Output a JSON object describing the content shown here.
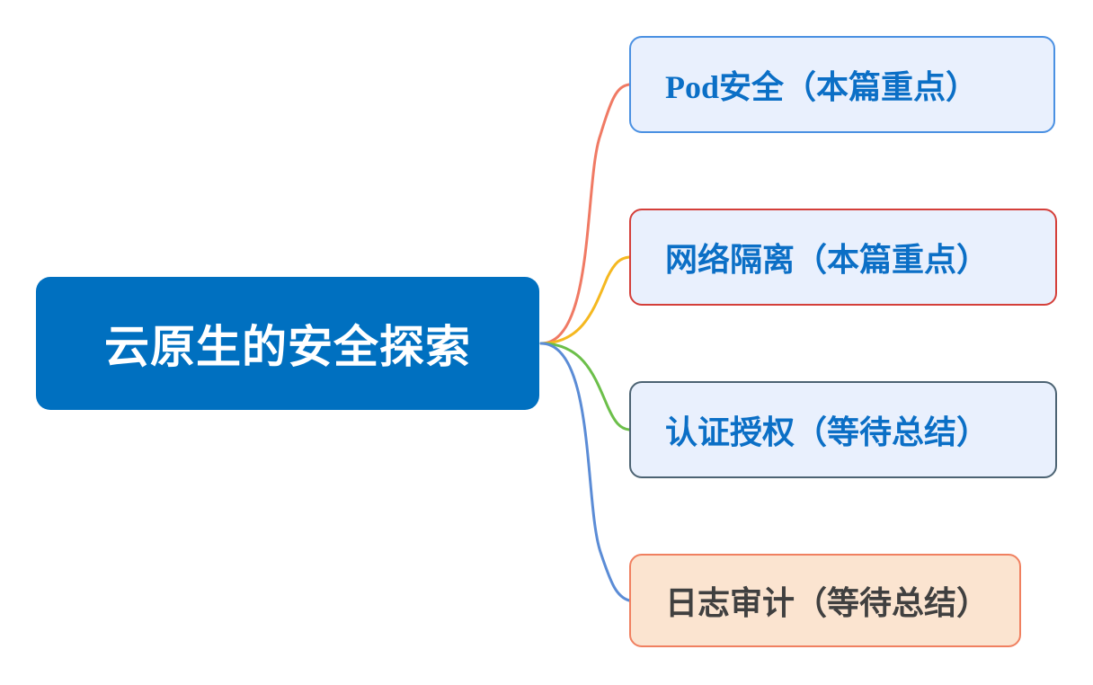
{
  "root": {
    "label": "云原生的安全探索"
  },
  "topics": [
    {
      "prefix": "Pod",
      "label": "安全（本篇重点）",
      "text_color": "#0b6fc6",
      "border_color": "#4a90e2",
      "fill_color": "#e9f0fd",
      "link_color": "#f07a64"
    },
    {
      "prefix": "",
      "label": "网络隔离（本篇重点）",
      "text_color": "#0b6fc6",
      "border_color": "#d43f3a",
      "fill_color": "#e9f0fd",
      "link_color": "#f5b820"
    },
    {
      "prefix": "",
      "label": "认证授权（等待总结）",
      "text_color": "#0b6fc6",
      "border_color": "#4c6373",
      "fill_color": "#e9f0fd",
      "link_color": "#6cbf4a"
    },
    {
      "prefix": "",
      "label": "日志审计（等待总结）",
      "text_color": "#404040",
      "border_color": "#f08060",
      "fill_color": "#fbe4d0",
      "link_color": "#5b8cd6"
    }
  ]
}
